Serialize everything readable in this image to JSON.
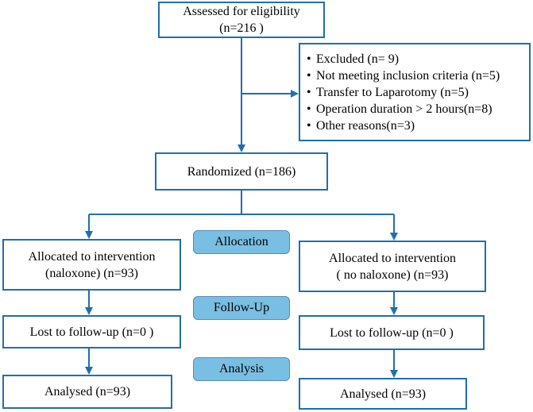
{
  "assessed": {
    "line1": "Assessed for eligibility",
    "line2": "(n=216 )"
  },
  "excluded": {
    "items": [
      "Excluded (n= 9)",
      "Not meeting inclusion criteria (n=5)",
      "Transfer to Laparotomy (n=5)",
      "Operation duration > 2 hours(n=8)",
      "Other reasons(n=3)"
    ]
  },
  "randomized": {
    "text": "Randomized (n=186)"
  },
  "stages": {
    "allocation": "Allocation",
    "followup": "Follow-Up",
    "analysis": "Analysis"
  },
  "left": {
    "allocated_line1": "Allocated to intervention",
    "allocated_line2": "(naloxone)  (n=93)",
    "lost": "Lost to follow-up (n=0 )",
    "analysed": "Analysed (n=93)"
  },
  "right": {
    "allocated_line1": "Allocated to intervention",
    "allocated_line2": "( no naloxone)  (n=93)",
    "lost": "Lost to follow-up (n=0 )",
    "analysed": "Analysed (n=93)"
  },
  "colors": {
    "border": "#1f6fae",
    "stage_fill": "#79bfe3",
    "arrow": "#1f6fae"
  }
}
